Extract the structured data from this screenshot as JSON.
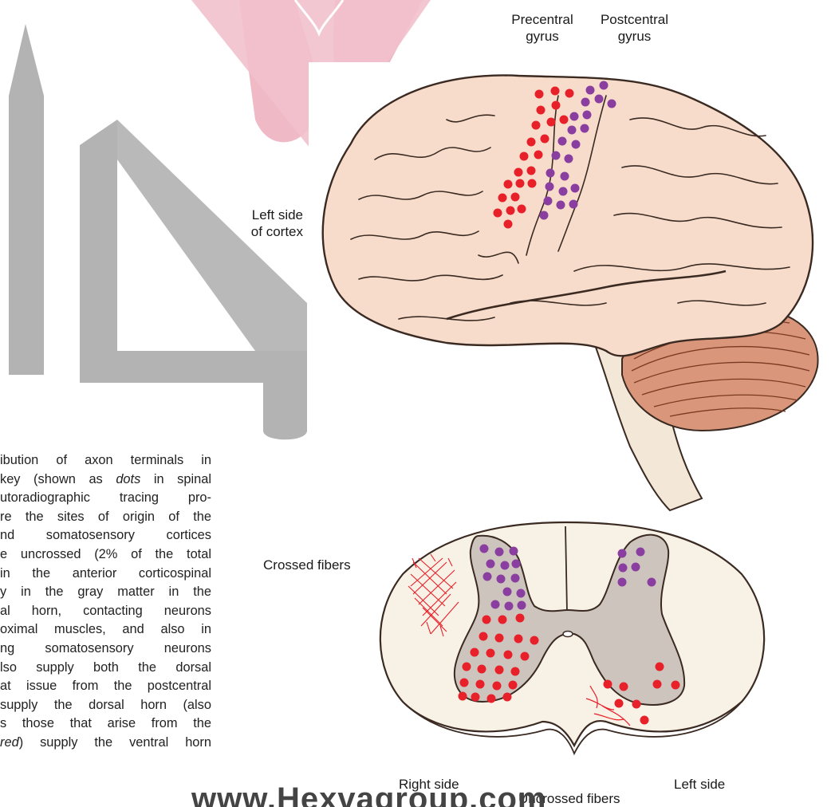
{
  "labels": {
    "precentral": "Precentral\ngyrus",
    "postcentral": "Postcentral\ngyrus",
    "left_side_cortex": "Left side\nof cortex",
    "crossed_fibers": "Crossed fibers",
    "right_side": "Right side",
    "left_side": "Left side",
    "uncrossed_fibers": "Uncrossed fibers"
  },
  "caption_lines": [
    "ibution of axon terminals in",
    "key (shown as dots in spinal",
    "utoradiographic tracing pro-",
    "re the sites of origin of the",
    "nd somatosensory cortices",
    "e uncrossed (2% of the total",
    "in the anterior corticospinal",
    "y in the gray matter in the",
    "al horn, contacting neurons",
    "oximal muscles, and also in",
    "ng somatosensory neurons",
    "lso supply both the dorsal",
    "at issue from the postcentral",
    "supply the dorsal horn (also",
    "s those that arise from the",
    "red) supply the ventral horn"
  ],
  "watermark_text": "www.Hexvagroup.com",
  "colors": {
    "motor_dot": "#e8202a",
    "sensory_dot": "#8a3fa0",
    "brain_fill": "#f7dccb",
    "cerebellum_fill": "#d9967a",
    "watermark_gray": "#b3b3b3",
    "watermark_pink": "#f0b9c6",
    "gray_matter": "#cdc4be",
    "cord_fill": "#f7f1e6"
  }
}
